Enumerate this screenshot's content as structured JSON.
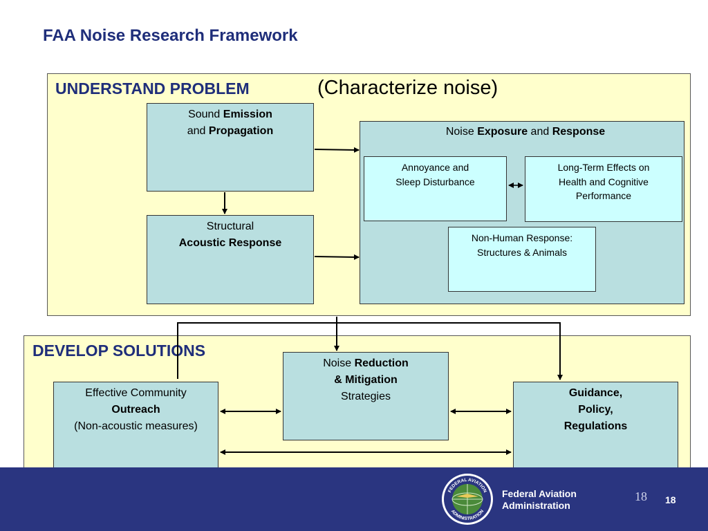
{
  "slide": {
    "title": "FAA Noise Research Framework"
  },
  "understand": {
    "heading": "UNDERSTAND PROBLEM",
    "subheading": "(Characterize noise)",
    "sound": {
      "t1": "Sound ",
      "t2": "Emission",
      "t3": "and ",
      "t4": "Propagation"
    },
    "structural": {
      "t1": "Structural",
      "t2": "Acoustic Response"
    },
    "exposure": {
      "t1": "Noise ",
      "t2": "Exposure",
      "t3": " and ",
      "t4": "Response",
      "annoyance": {
        "l1": "Annoyance and",
        "l2": "Sleep Disturbance"
      },
      "longterm": {
        "l1": "Long-Term Effects on",
        "l2": "Health and Cognitive",
        "l3": "Performance"
      },
      "nonhuman": {
        "l1": "Non-Human Response:",
        "l2": "Structures & Animals"
      }
    }
  },
  "develop": {
    "heading": "DEVELOP SOLUTIONS",
    "outreach": {
      "l1": "Effective Community",
      "l2": "Outreach",
      "l3": "(Non-acoustic measures)"
    },
    "reduction": {
      "t1": "Noise ",
      "t2": "Reduction",
      "t3": "& Mitigation",
      "t4": "Strategies"
    },
    "guidance": {
      "l1": "Guidance,",
      "l2": "Policy,",
      "l3": "Regulations"
    }
  },
  "footer": {
    "agency_line1": "Federal Aviation",
    "agency_line2": "Administration",
    "page_number_placeholder": "18",
    "page_number": "18",
    "seal_text_top": "FEDERAL AVIATION",
    "seal_text_bottom": "ADMINISTRATION"
  },
  "colors": {
    "title_blue": "#1f2e7a",
    "panel_yellow": "#ffffcc",
    "box_teal": "#b9dfe0",
    "box_cyan": "#ccffff",
    "footer_navy": "#2a3580",
    "seal_green": "#4a8a3a"
  }
}
